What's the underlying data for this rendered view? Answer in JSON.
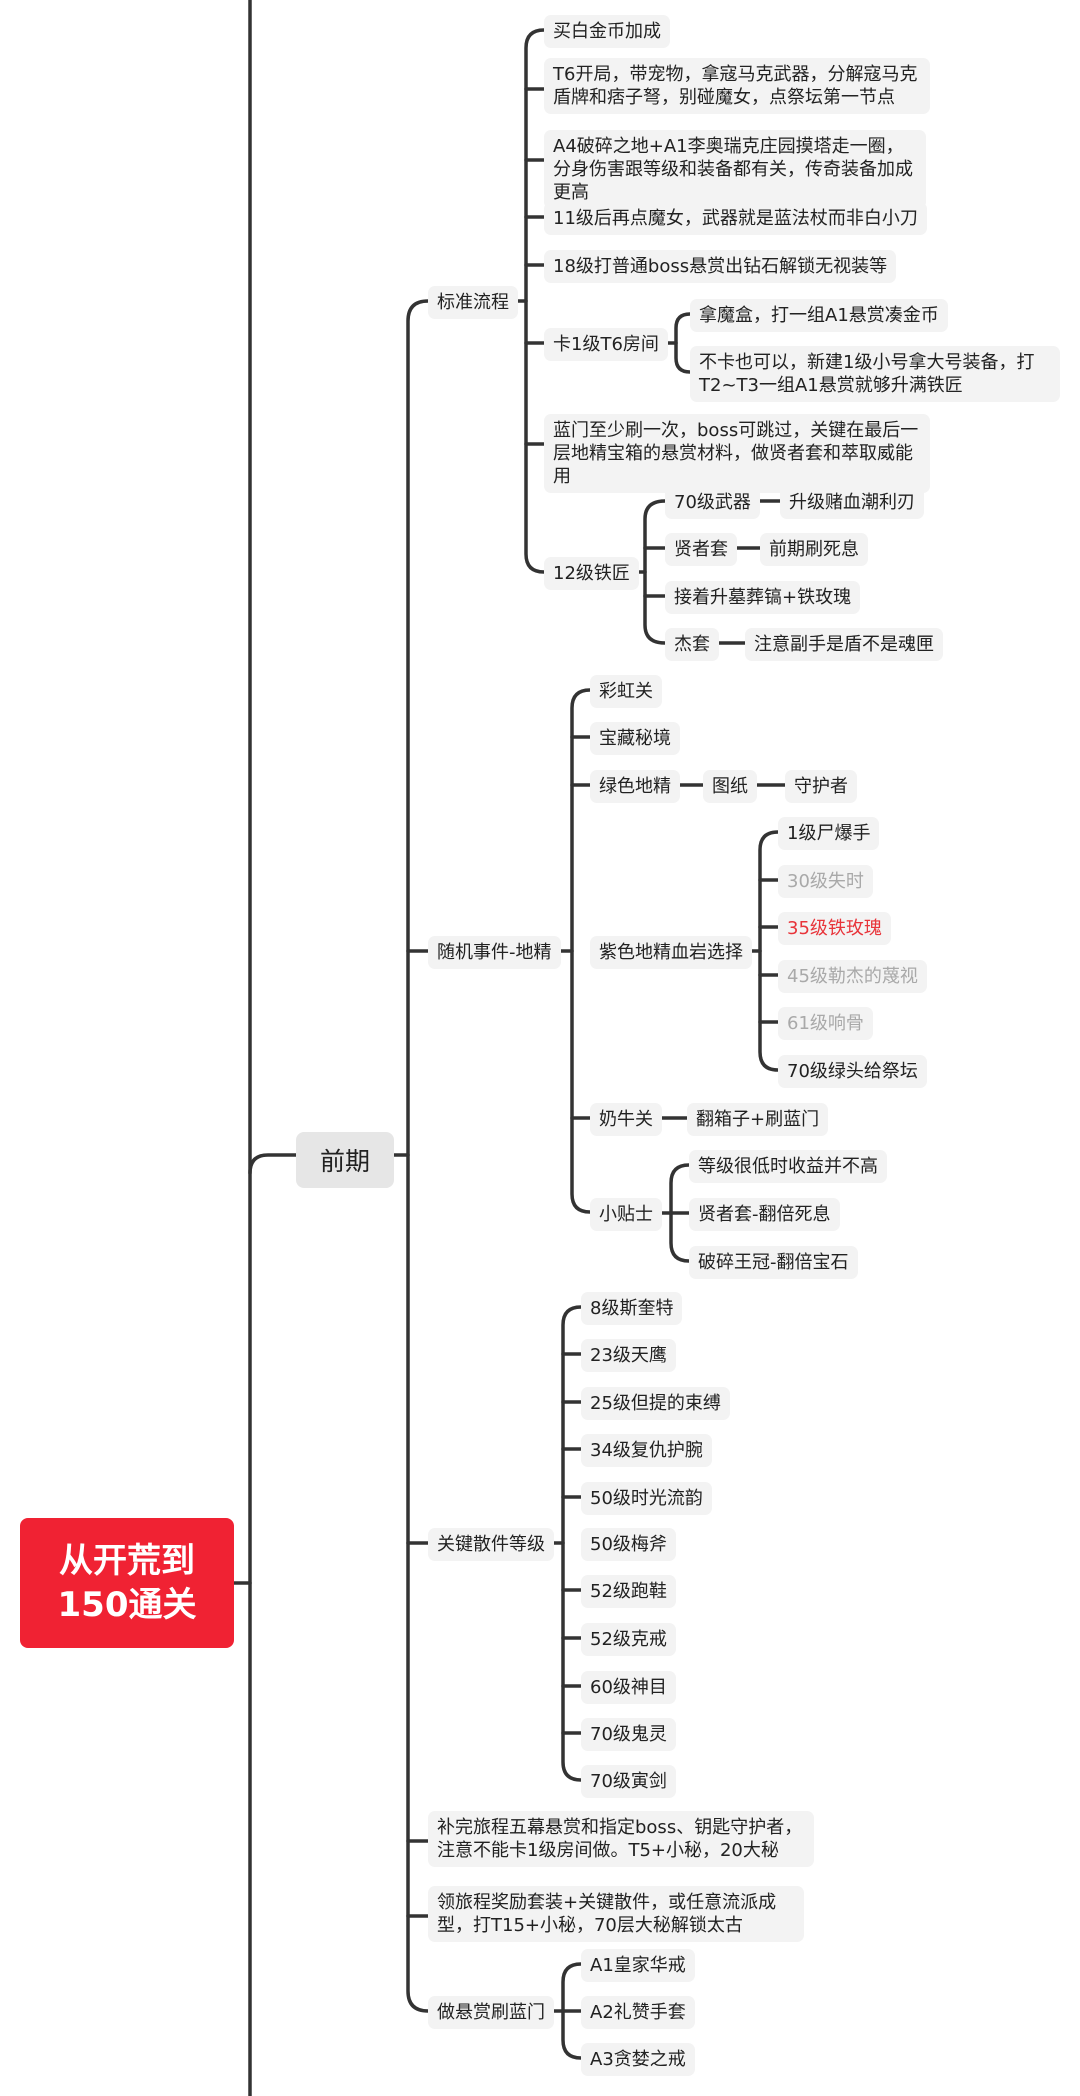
{
  "root": {
    "label": "从开荒到\n150通关",
    "color": "#f02233"
  },
  "stage": {
    "label": "前期"
  },
  "std": {
    "label": "标准流程",
    "items": [
      "买白金币加成",
      "T6开局，带宠物，拿寇马克武器，分解寇马克盾牌和痞子弩，别碰魔女，点祭坛第一节点",
      "A4破碎之地+A1李奥瑞克庄园摸塔走一圈，分身伤害跟等级和装备都有关，传奇装备加成更高",
      "11级后再点魔女，武器就是蓝法杖而非白小刀",
      "18级打普通boss悬赏出钻石解锁无视装等"
    ],
    "t6": {
      "label": "卡1级T6房间",
      "items": [
        "拿魔盒，打一组A1悬赏凑金币",
        "不卡也可以，新建1级小号拿大号装备，打T2~T3一组A1悬赏就够升满铁匠"
      ]
    },
    "blue": "蓝门至少刷一次，boss可跳过，关键在最后一层地精宝箱的悬赏材料，做贤者套和萃取威能用",
    "smith": {
      "label": "12级铁匠",
      "items": [
        {
          "label": "70级武器",
          "child": "升级赌血潮利刃"
        },
        {
          "label": "贤者套",
          "child": "前期刷死息"
        },
        {
          "label": "接着升墓葬镐+铁玫瑰",
          "child": ""
        },
        {
          "label": "杰套",
          "child": "注意副手是盾不是魂匣"
        }
      ]
    }
  },
  "goblin": {
    "label": "随机事件-地精",
    "rainbow": "彩虹关",
    "treasure": "宝藏秘境",
    "green": {
      "label": "绿色地精",
      "child": "图纸",
      "grandchild": "守护者"
    },
    "purple": {
      "label": "紫色地精血岩选择",
      "items": [
        "1级尸爆手",
        "30级失时",
        "35级铁玫瑰",
        "45级勒杰的蔑视",
        "61级响骨",
        "70级绿头给祭坛"
      ]
    },
    "cow": {
      "label": "奶牛关",
      "child": "翻箱子+刷蓝门"
    },
    "tips": {
      "label": "小贴士",
      "items": [
        "等级很低时收益并不高",
        "贤者套-翻倍死息",
        "破碎王冠-翻倍宝石"
      ]
    }
  },
  "keyitems": {
    "label": "关键散件等级",
    "items": [
      "8级斯奎特",
      "23级天鹰",
      "25级但提的束缚",
      "34级复仇护腕",
      "50级时光流韵",
      "50级梅斧",
      "52级跑鞋",
      "52级克戒",
      "60级神目",
      "70级鬼灵",
      "70级寅剑"
    ]
  },
  "act5": "补完旅程五幕悬赏和指定boss、钥匙守护者，注意不能卡1级房间做。T5+小秘，20大秘",
  "journey": "领旅程奖励套装+关键散件，或任意流派成型，打T15+小秘，70层大秘解锁太古",
  "bounty": {
    "label": "做悬赏刷蓝门",
    "items": [
      "A1皇家华戒",
      "A2礼赞手套",
      "A3贪婪之戒"
    ]
  }
}
